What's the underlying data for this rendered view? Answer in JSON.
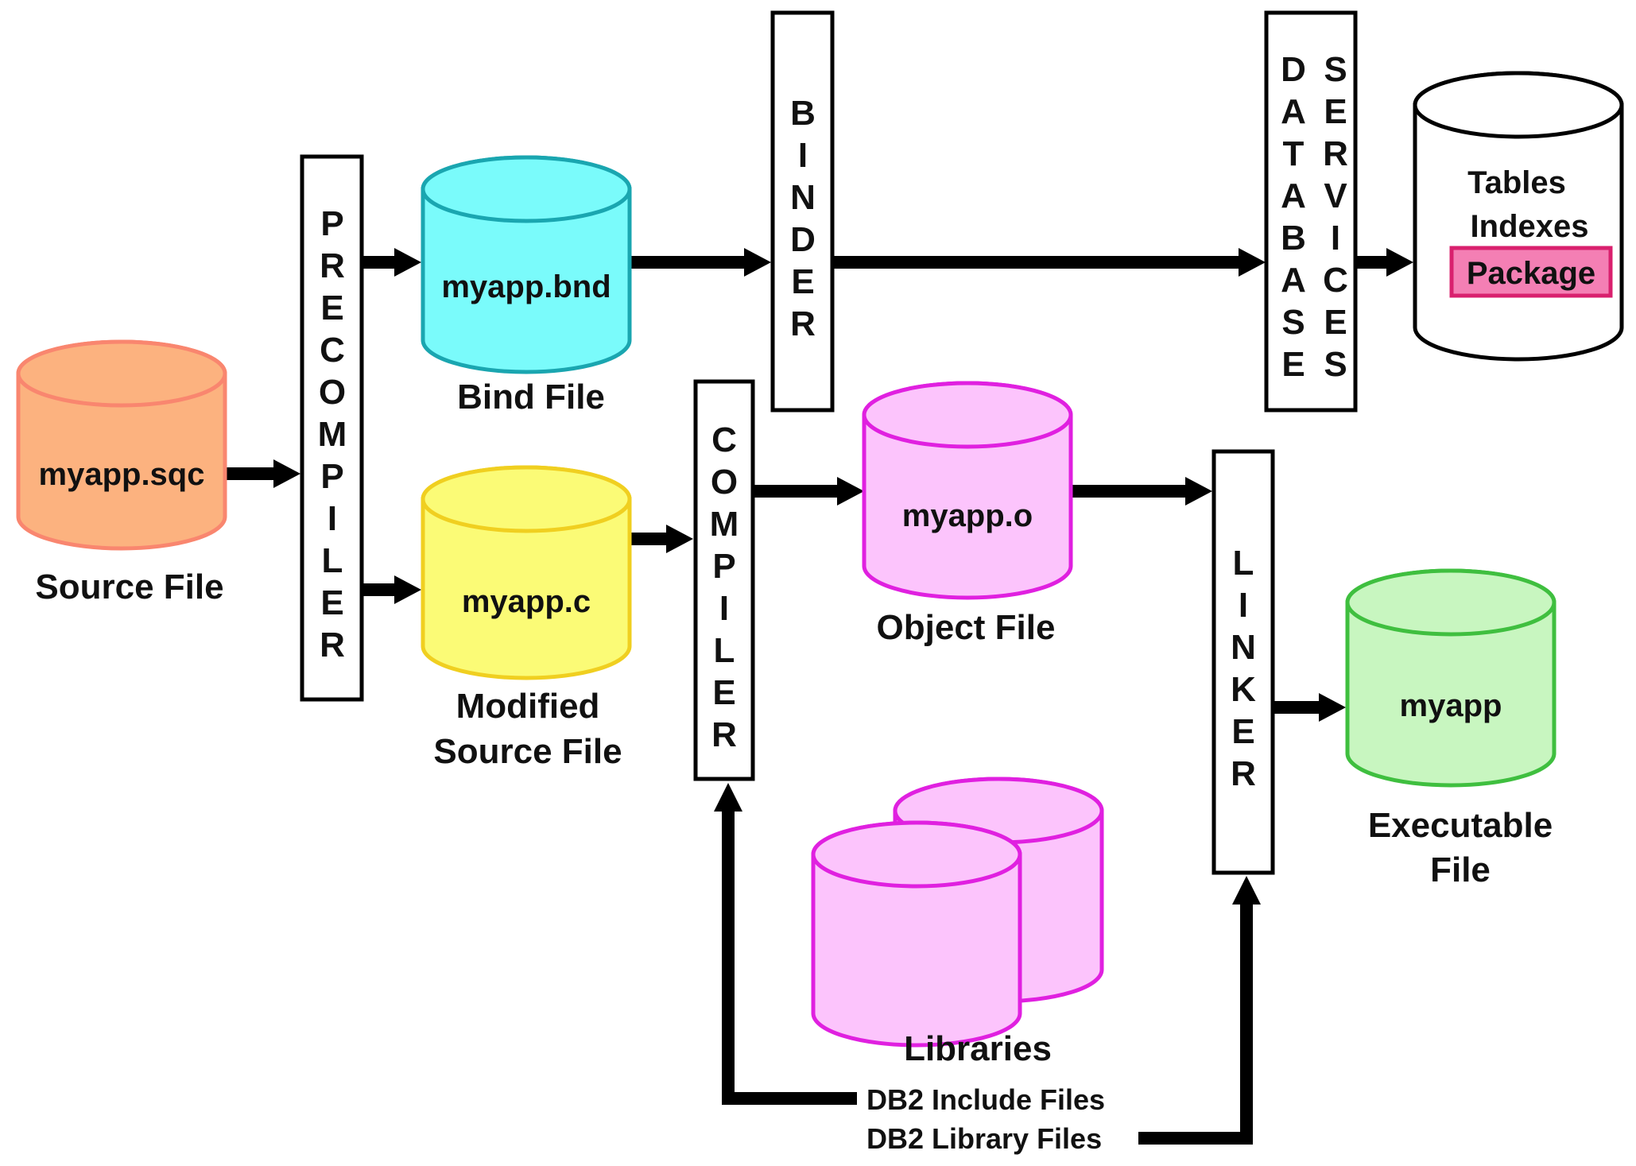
{
  "colors": {
    "source": {
      "fill": "#fcb27f",
      "stroke": "#f9866f"
    },
    "bind": {
      "fill": "#7afbfb",
      "stroke": "#1aa6b0"
    },
    "modified": {
      "fill": "#fbfb76",
      "stroke": "#f0cf20"
    },
    "object": {
      "fill": "#fcc4fc",
      "stroke": "#e020e0"
    },
    "executable": {
      "fill": "#c8f6c0",
      "stroke": "#3fbf3f"
    },
    "libraries": {
      "fill": "#fcc4fc",
      "stroke": "#e020e0"
    },
    "database": {
      "fill": "#ffffff",
      "stroke": "#000000"
    },
    "package": {
      "fill": "#f47fb4",
      "stroke": "#d9206e"
    },
    "arrow": "#000000"
  },
  "cylinders": {
    "source": {
      "label": "myapp.sqc",
      "caption": "Source File"
    },
    "bind": {
      "label": "myapp.bnd",
      "caption": "Bind File"
    },
    "modified": {
      "label": "myapp.c",
      "caption_line1": "Modified",
      "caption_line2": "Source File"
    },
    "object": {
      "label": "myapp.o",
      "caption": "Object File"
    },
    "executable": {
      "label": "myapp",
      "caption_line1": "Executable",
      "caption_line2": "File"
    },
    "libraries": {
      "caption": "Libraries"
    },
    "database": {
      "line1": "Tables",
      "line2": "Indexes",
      "package": "Package"
    }
  },
  "processes": {
    "precompiler": "PRECOMPILER",
    "binder": "BINDER",
    "compiler": "COMPILER",
    "linker": "LINKER",
    "database_services_col1": "DATABASE",
    "database_services_col2": "SERVICES"
  },
  "library_files": {
    "include": "DB2 Include Files",
    "library": "DB2 Library Files"
  }
}
